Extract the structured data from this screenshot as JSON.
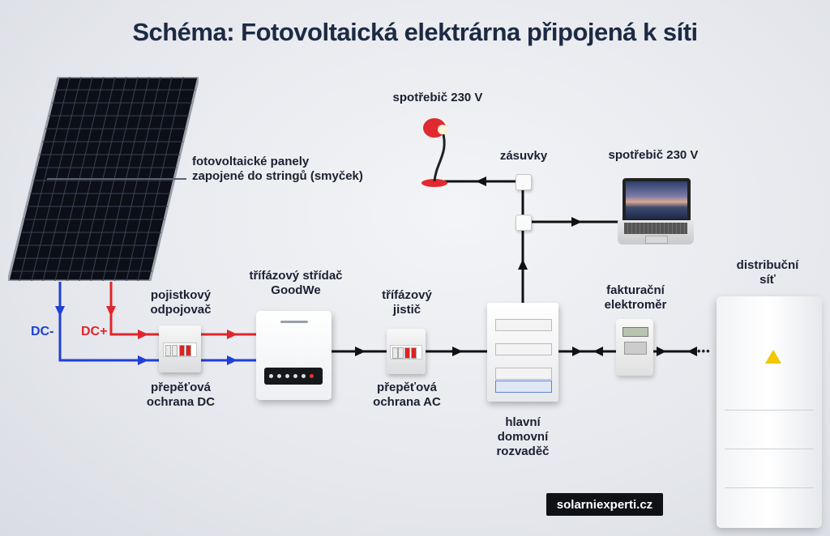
{
  "title": "Schéma: Fotovoltaická elektrárna připojená k síti",
  "labels": {
    "panels_line1": "fotovoltaické panely",
    "panels_line2": "zapojené do stringů (smyček)",
    "fuse_disconnector_line1": "pojistkový",
    "fuse_disconnector_line2": "odpojovač",
    "inverter_line1": "třífázový střídač",
    "inverter_line2": "GoodWe",
    "breaker_line1": "třífázový",
    "breaker_line2": "jistič",
    "surge_dc_line1": "přepěťová",
    "surge_dc_line2": "ochrana DC",
    "surge_ac_line1": "přepěťová",
    "surge_ac_line2": "ochrana AC",
    "main_board_line1": "hlavní",
    "main_board_line2": "domovní",
    "main_board_line3": "rozvaděč",
    "meter_line1": "fakturační",
    "meter_line2": "elektroměr",
    "grid_line1": "distribuční",
    "grid_line2": "síť",
    "sockets": "zásuvky",
    "appliance_lamp": "spotřebič 230 V",
    "appliance_laptop": "spotřebič 230 V",
    "dc_minus": "DC-",
    "dc_plus": "DC+",
    "continuation": "•••"
  },
  "brand": "solarniexperti.cz",
  "colors": {
    "dc_minus": "#1f3fd6",
    "dc_plus": "#e0262b",
    "ac_wire": "#111111",
    "title": "#1d2a44",
    "lamp": "#e12a2f"
  },
  "icons": {
    "panel": "solar-panel-icon",
    "inverter": "inverter-icon",
    "lamp": "lamp-icon",
    "laptop": "laptop-icon",
    "warning": "high-voltage-warning-icon"
  }
}
